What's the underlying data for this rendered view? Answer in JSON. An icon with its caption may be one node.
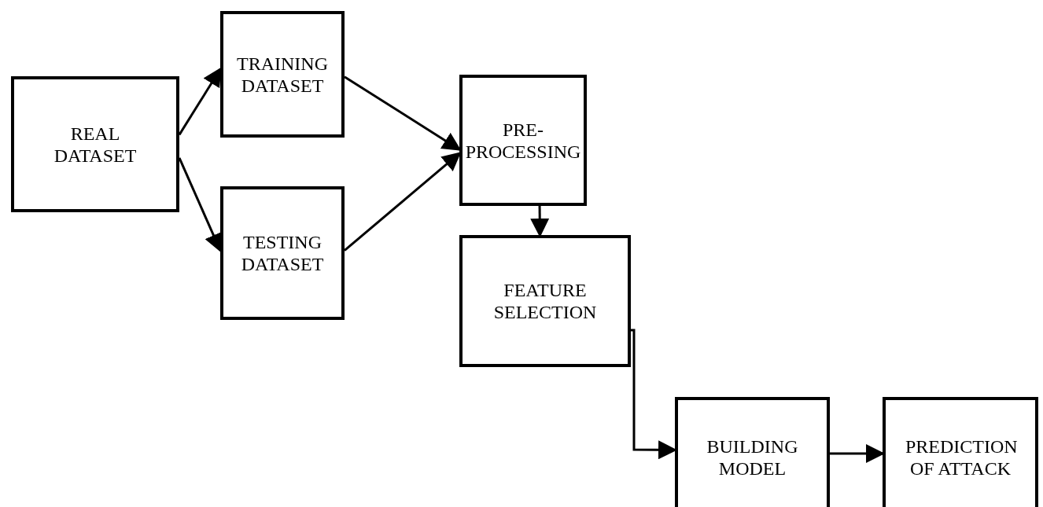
{
  "diagram": {
    "nodes": [
      {
        "text": [
          "REAL DATASET"
        ]
      },
      {
        "text": [
          "TRAINING DATASET"
        ]
      },
      {
        "text": [
          "TESTING DATASET"
        ]
      },
      {
        "text": [
          "PRE-PROCESSING"
        ]
      },
      {
        "text": [
          "FEATURE SELECTION"
        ]
      },
      {
        "text": [
          "BUILDING MODEL"
        ]
      },
      {
        "text": [
          "PREDICTION OF ATTACK"
        ]
      }
    ],
    "edges": [
      {
        "from": 0,
        "to": 1,
        "arrow": "to"
      },
      {
        "from": 0,
        "to": 2,
        "arrow": "to"
      },
      {
        "from": 1,
        "to": 3,
        "arrow": "to"
      },
      {
        "from": 2,
        "to": 3,
        "arrow": "to"
      },
      {
        "from": 3,
        "to": 4,
        "arrow": "to"
      },
      {
        "from": 4,
        "to": 5,
        "arrow": "to"
      },
      {
        "from": 5,
        "to": 6,
        "arrow": "to"
      }
    ]
  }
}
